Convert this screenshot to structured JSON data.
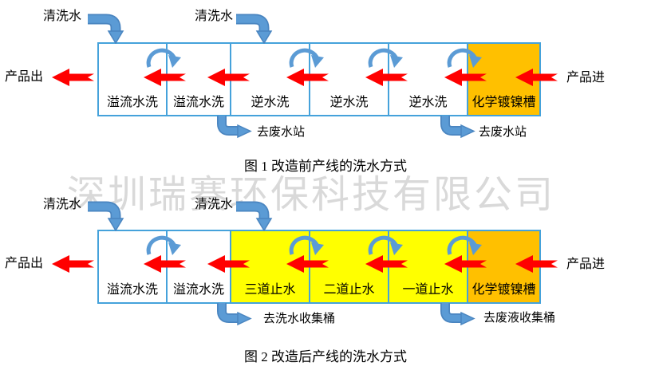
{
  "colors": {
    "blue": "#5B9BD5",
    "blue_dark": "#4A85C0",
    "tank_border": "#45A2DB",
    "red": "#FF0000",
    "watermark_gray": "#D9D9D9"
  },
  "watermark": "深圳瑞赛环保科技有限公司",
  "d1": {
    "caption": "图 1 改造前产线的洗水方式",
    "clean_water_1": "清洗水",
    "clean_water_2": "清洗水",
    "product_out": "产品出",
    "product_in": "产品进",
    "drain_1": "去废水站",
    "drain_2": "去废水站",
    "tanks": [
      {
        "label": "溢流水洗",
        "fill": "#FFFFFF"
      },
      {
        "label": "溢流水洗",
        "fill": "#FFFFFF"
      },
      {
        "label": "逆水洗",
        "fill": "#FFFFFF"
      },
      {
        "label": "逆水洗",
        "fill": "#FFFFFF"
      },
      {
        "label": "逆水洗",
        "fill": "#FFFFFF"
      },
      {
        "label": "化学镀镍槽",
        "fill": "#FFC000"
      }
    ]
  },
  "d2": {
    "caption": "图 2 改造后产线的洗水方式",
    "clean_water_1": "清洗水",
    "clean_water_2": "清洗水",
    "product_out": "产品出",
    "product_in": "产品进",
    "drain_1": "去洗水收集桶",
    "drain_2": "去废液收集桶",
    "tanks": [
      {
        "label": "溢流水洗",
        "fill": "#FFFFFF"
      },
      {
        "label": "溢流水洗",
        "fill": "#FFFFFF"
      },
      {
        "label": "三道止水",
        "fill": "#FFFF00"
      },
      {
        "label": "二道止水",
        "fill": "#FFFF00"
      },
      {
        "label": "一道止水",
        "fill": "#FFFF00"
      },
      {
        "label": "化学镀镍槽",
        "fill": "#FFC000"
      }
    ]
  }
}
